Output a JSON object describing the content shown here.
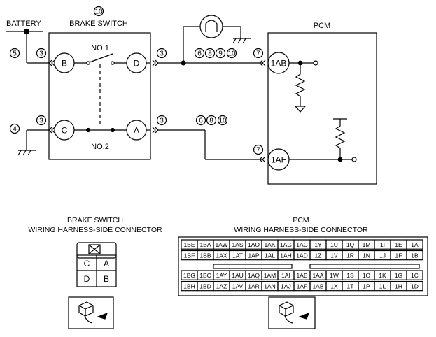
{
  "schematic": {
    "battery_label": "BATTERY",
    "brake_switch_ref": "10",
    "brake_switch_label": "BRAKE SWITCH",
    "pcm_label": "PCM",
    "no1_label": "NO.1",
    "no2_label": "NO.2",
    "ref_5": "5",
    "ref_4": "4",
    "ref_3_b": "3",
    "ref_3_c": "3",
    "ref_3_d": "3",
    "ref_3_a": "3",
    "ref_7_1ab": "7",
    "ref_7_1af": "7",
    "ref_6_top": "6",
    "ref_8_top": "8",
    "ref_9_top": "9",
    "ref_10_top": "10",
    "ref_6_bot": "6",
    "ref_8_bot": "8",
    "ref_10_bot": "10",
    "pin_b": "B",
    "pin_d": "D",
    "pin_c": "C",
    "pin_a": "A",
    "pin_1ab": "1AB",
    "pin_1af": "1AF"
  },
  "brake_connector": {
    "title_line1": "BRAKE SWITCH",
    "title_line2": "WIRING HARNESS-SIDE CONNECTOR",
    "cells": [
      "C",
      "A",
      "D",
      "B"
    ]
  },
  "pcm_connector": {
    "title_line1": "PCM",
    "title_line2": "WIRING HARNESS-SIDE CONNECTOR",
    "row1": [
      "1BE",
      "1BA",
      "1AW",
      "1AS",
      "1AO",
      "1AK",
      "1AG",
      "1AC",
      "1Y",
      "1U",
      "1Q",
      "1M",
      "1I",
      "1E",
      "1A"
    ],
    "row2": [
      "1BF",
      "1BB",
      "1AX",
      "1AT",
      "1AP",
      "1AL",
      "1AH",
      "1AD",
      "1Z",
      "1V",
      "1R",
      "1N",
      "1J",
      "1F",
      "1B"
    ],
    "row3": [
      "1BG",
      "1BC",
      "1AY",
      "1AU",
      "1AQ",
      "1AM",
      "1AI",
      "1AE",
      "1AA",
      "1W",
      "1S",
      "1O",
      "1K",
      "1G",
      "1C"
    ],
    "row4": [
      "1BH",
      "1BD",
      "1AZ",
      "1AV",
      "1AR",
      "1AN",
      "1AJ",
      "1AF",
      "1AB",
      "1X",
      "1T",
      "1P",
      "1L",
      "1H",
      "1D"
    ]
  }
}
